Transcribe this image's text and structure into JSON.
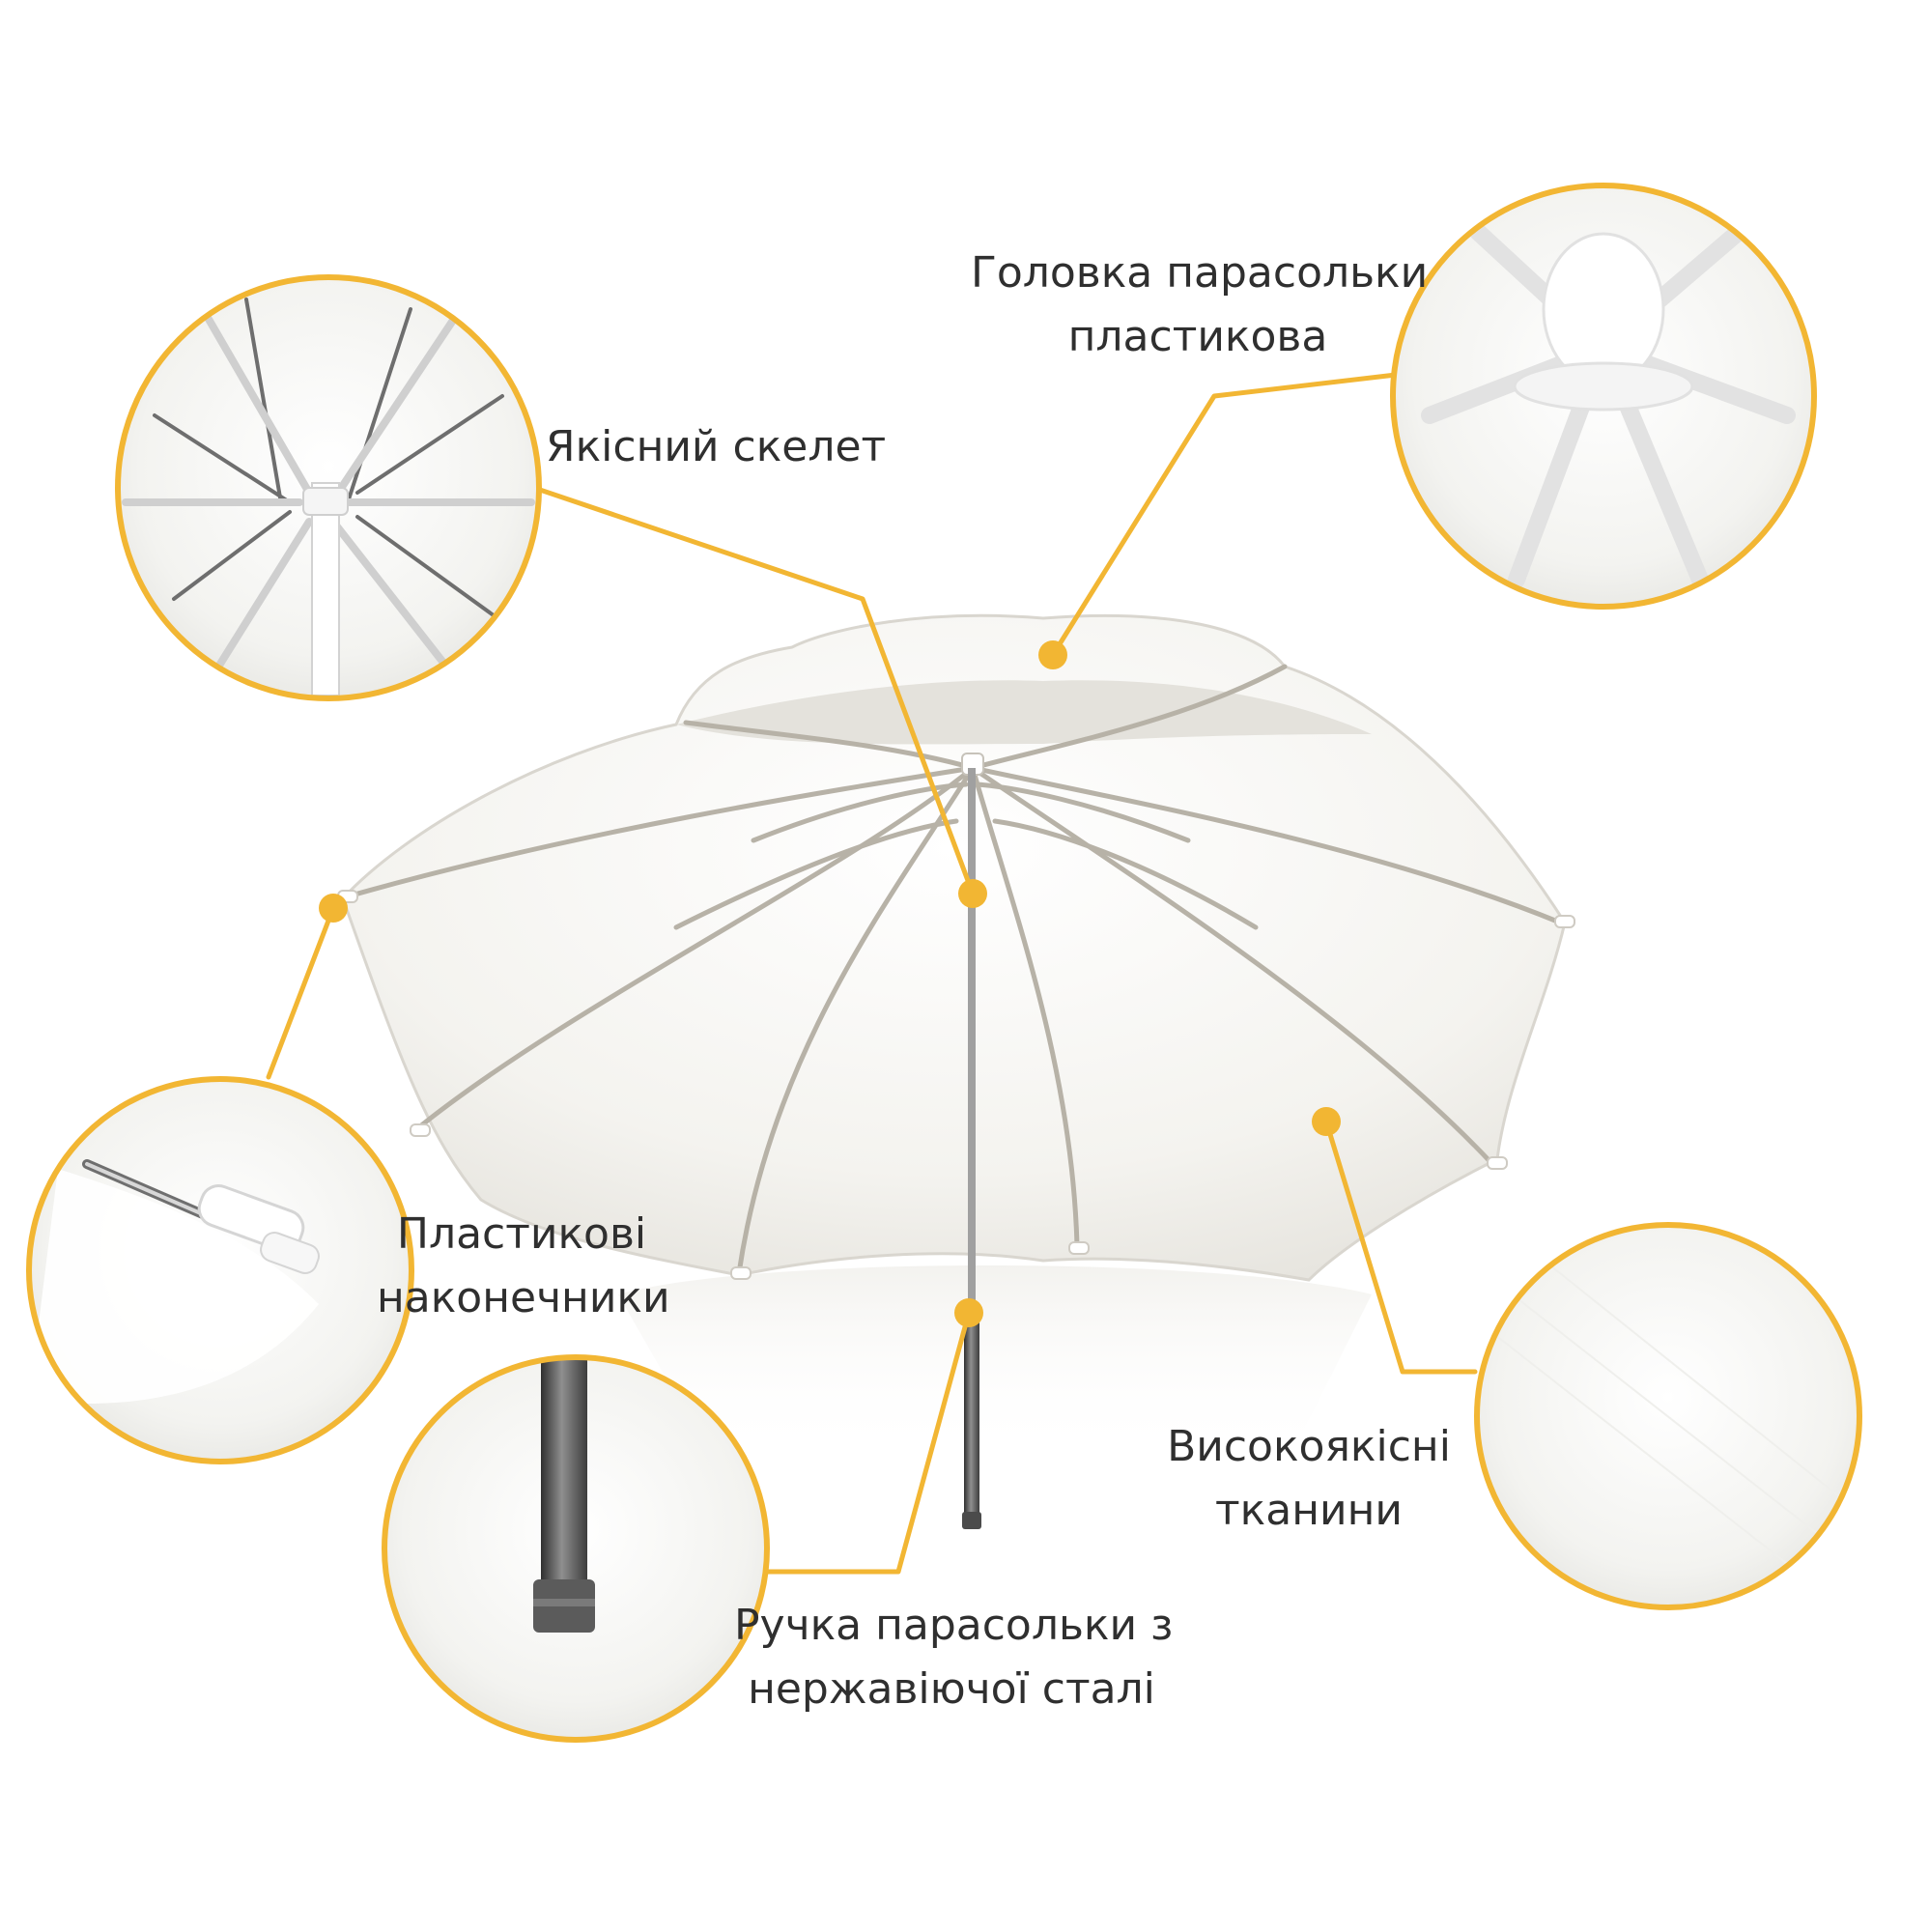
{
  "colors": {
    "accent": "#F2B633",
    "canopy": "#F4F3EF",
    "canopy_shadow": "#DCDAD3",
    "rib": "#B8B4AA",
    "shaft": "#8A8A8A",
    "handle": "#4A4A4A",
    "zoom_background": "#F1F1EE"
  },
  "icons": {
    "dot": "marker-dot"
  },
  "callouts": {
    "head": {
      "line1": "Головка парасольки",
      "line2": "пластикова"
    },
    "skeleton": {
      "line1": "Якісний скелет"
    },
    "tips": {
      "line1": "Пластикові",
      "line2": "наконечники"
    },
    "handle": {
      "line1": "Ручка парасольки з",
      "line2": "нержавіючої сталі"
    },
    "fabric": {
      "line1": "Високоякісні",
      "line2": "тканини"
    }
  }
}
